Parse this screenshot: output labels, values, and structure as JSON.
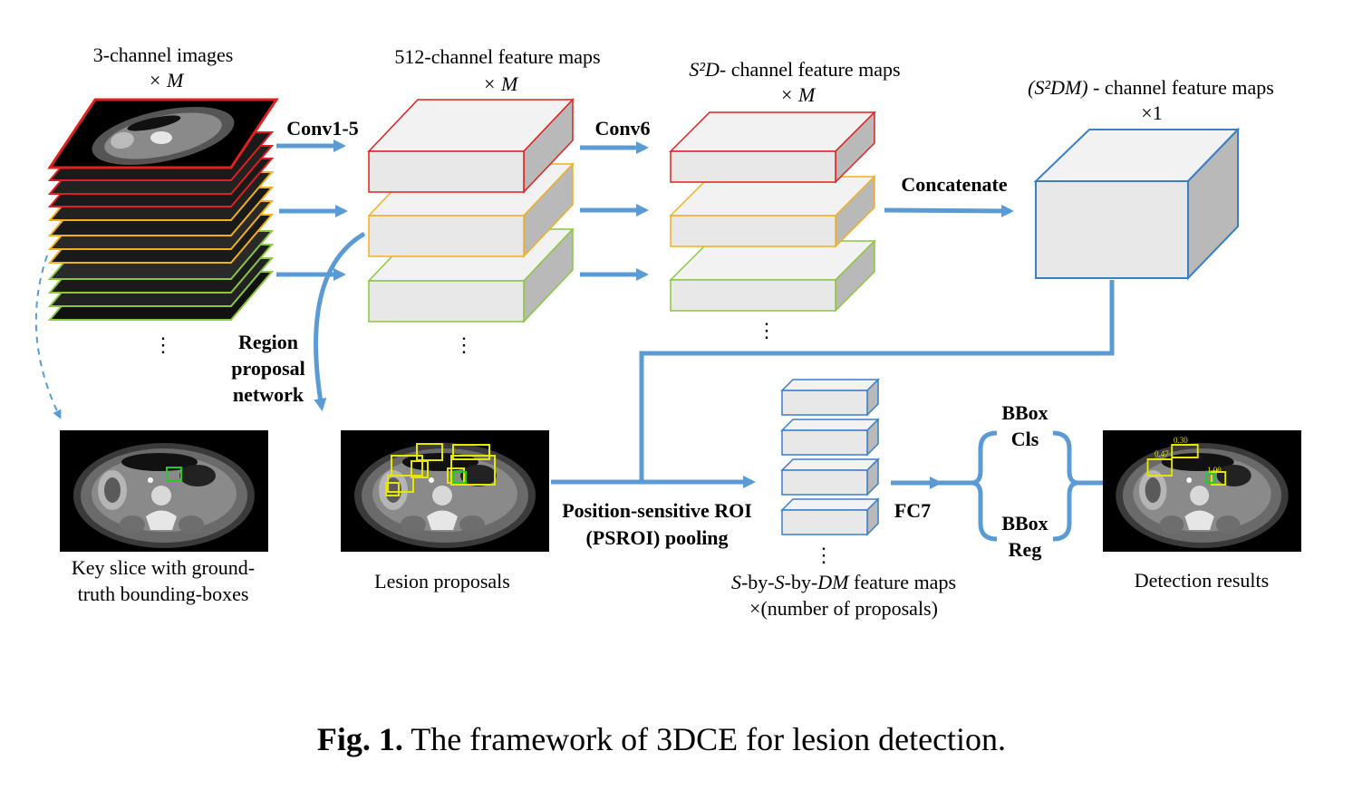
{
  "colors": {
    "arrow": "#5b9bd5",
    "box_face": "#e8e8e8",
    "box_side": "#b9b9b9",
    "box_top": "#f2f2f2",
    "red": "#e02020",
    "yellow": "#f0b020",
    "green": "#8cc63f",
    "blue_box": "#3a7fc4",
    "ct_bg": "#000000",
    "bbox_yellow": "#e6e600",
    "bbox_green": "#22cc22"
  },
  "input": {
    "title": "3-channel images",
    "mult": "× M",
    "dots": "⋮"
  },
  "conv15": "Conv1-5",
  "fmap512": {
    "title": "512-channel feature maps",
    "mult": "× M",
    "dots": "⋮"
  },
  "conv6": "Conv6",
  "fmapS2D": {
    "title_math": "S²D",
    "title_rest": "- channel feature maps",
    "mult": "× M",
    "dots": "⋮"
  },
  "concat": "Concatenate",
  "fmapFinal": {
    "title_math": "(S²DM)",
    "title_rest": " - channel feature maps",
    "mult": "×1"
  },
  "rpn": {
    "line1": "Region",
    "line2": "proposal",
    "line3": "network"
  },
  "keyslice": {
    "line1": "Key slice with ground-",
    "line2": "truth bounding-boxes"
  },
  "proposals_caption": "Lesion proposals",
  "psroi": {
    "line1": "Position-sensitive ROI",
    "line2": "(PSROI) pooling"
  },
  "ssdm": {
    "line1_a": "S",
    "line1_b": "-by-",
    "line1_c": "S",
    "line1_d": "-by-",
    "line1_e": "DM",
    "line1_f": " feature maps",
    "line2": "×(number of proposals)",
    "dots": "⋮"
  },
  "fc7": "FC7",
  "bbox_cls": {
    "line1": "BBox",
    "line2": "Cls"
  },
  "bbox_reg": {
    "line1": "BBox",
    "line2": "Reg"
  },
  "detection": {
    "caption": "Detection results",
    "scores": [
      "0.47",
      "0.30",
      "1.00"
    ]
  },
  "figure_caption": {
    "label": "Fig. 1.",
    "text": " The framework of 3DCE for lesion detection."
  }
}
